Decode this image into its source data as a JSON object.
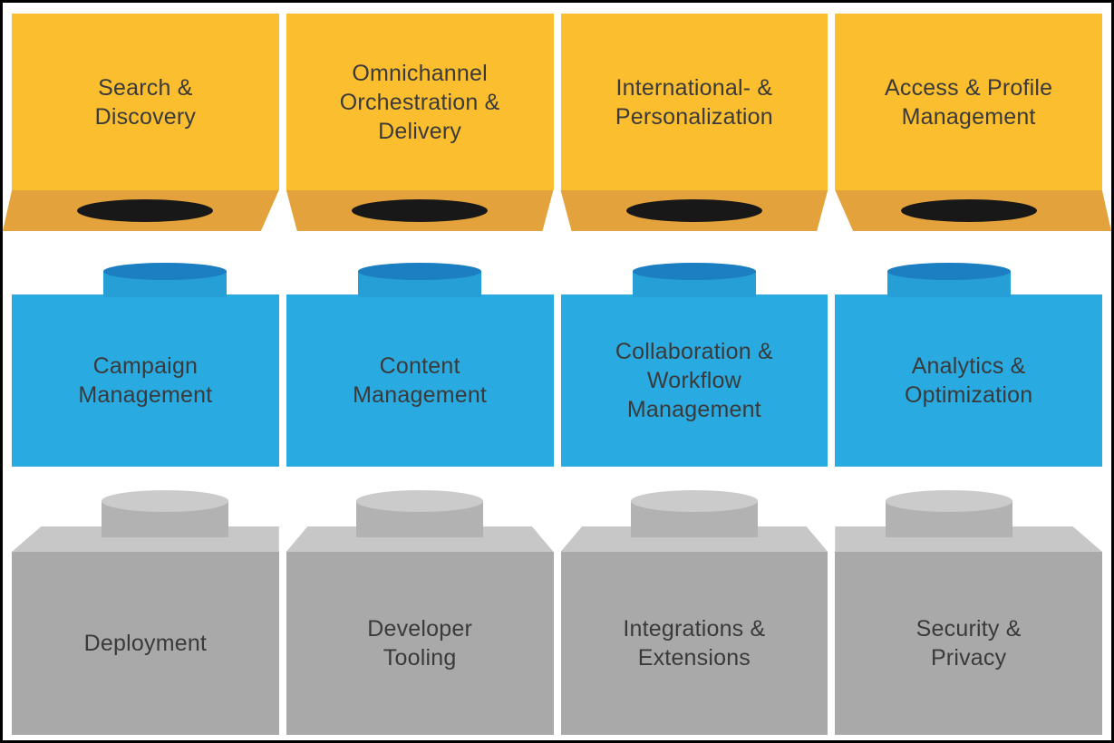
{
  "diagram": {
    "rows": [
      {
        "color": "yellow",
        "blocks": [
          "Search &\nDiscovery",
          "Omnichannel\nOrchestration &\nDelivery",
          "International- &\nPersonalization",
          "Access & Profile\nManagement"
        ]
      },
      {
        "color": "blue",
        "blocks": [
          "Campaign\nManagement",
          "Content\nManagement",
          "Collaboration &\nWorkflow\nManagement",
          "Analytics &\nOptimization"
        ]
      },
      {
        "color": "gray",
        "blocks": [
          "Deployment",
          "Developer\nTooling",
          "Integrations &\nExtensions",
          "Security &\nPrivacy"
        ]
      }
    ]
  },
  "colors": {
    "yellow_face": "#FBBE2E",
    "yellow_underside": "#E4A23C",
    "tube_black": "#181818",
    "blue_face": "#29ABE2",
    "blue_stud_side": "#259FD6",
    "blue_stud_top": "#1B7FC2",
    "gray_face": "#A9A9A9",
    "gray_top": "#C7C7C7",
    "gray_stud_side": "#B2B2B2",
    "gray_stud_top": "#CBCBCB",
    "text": "#3A3A3A",
    "background": "#FFFFFF",
    "frame": "#000000"
  }
}
